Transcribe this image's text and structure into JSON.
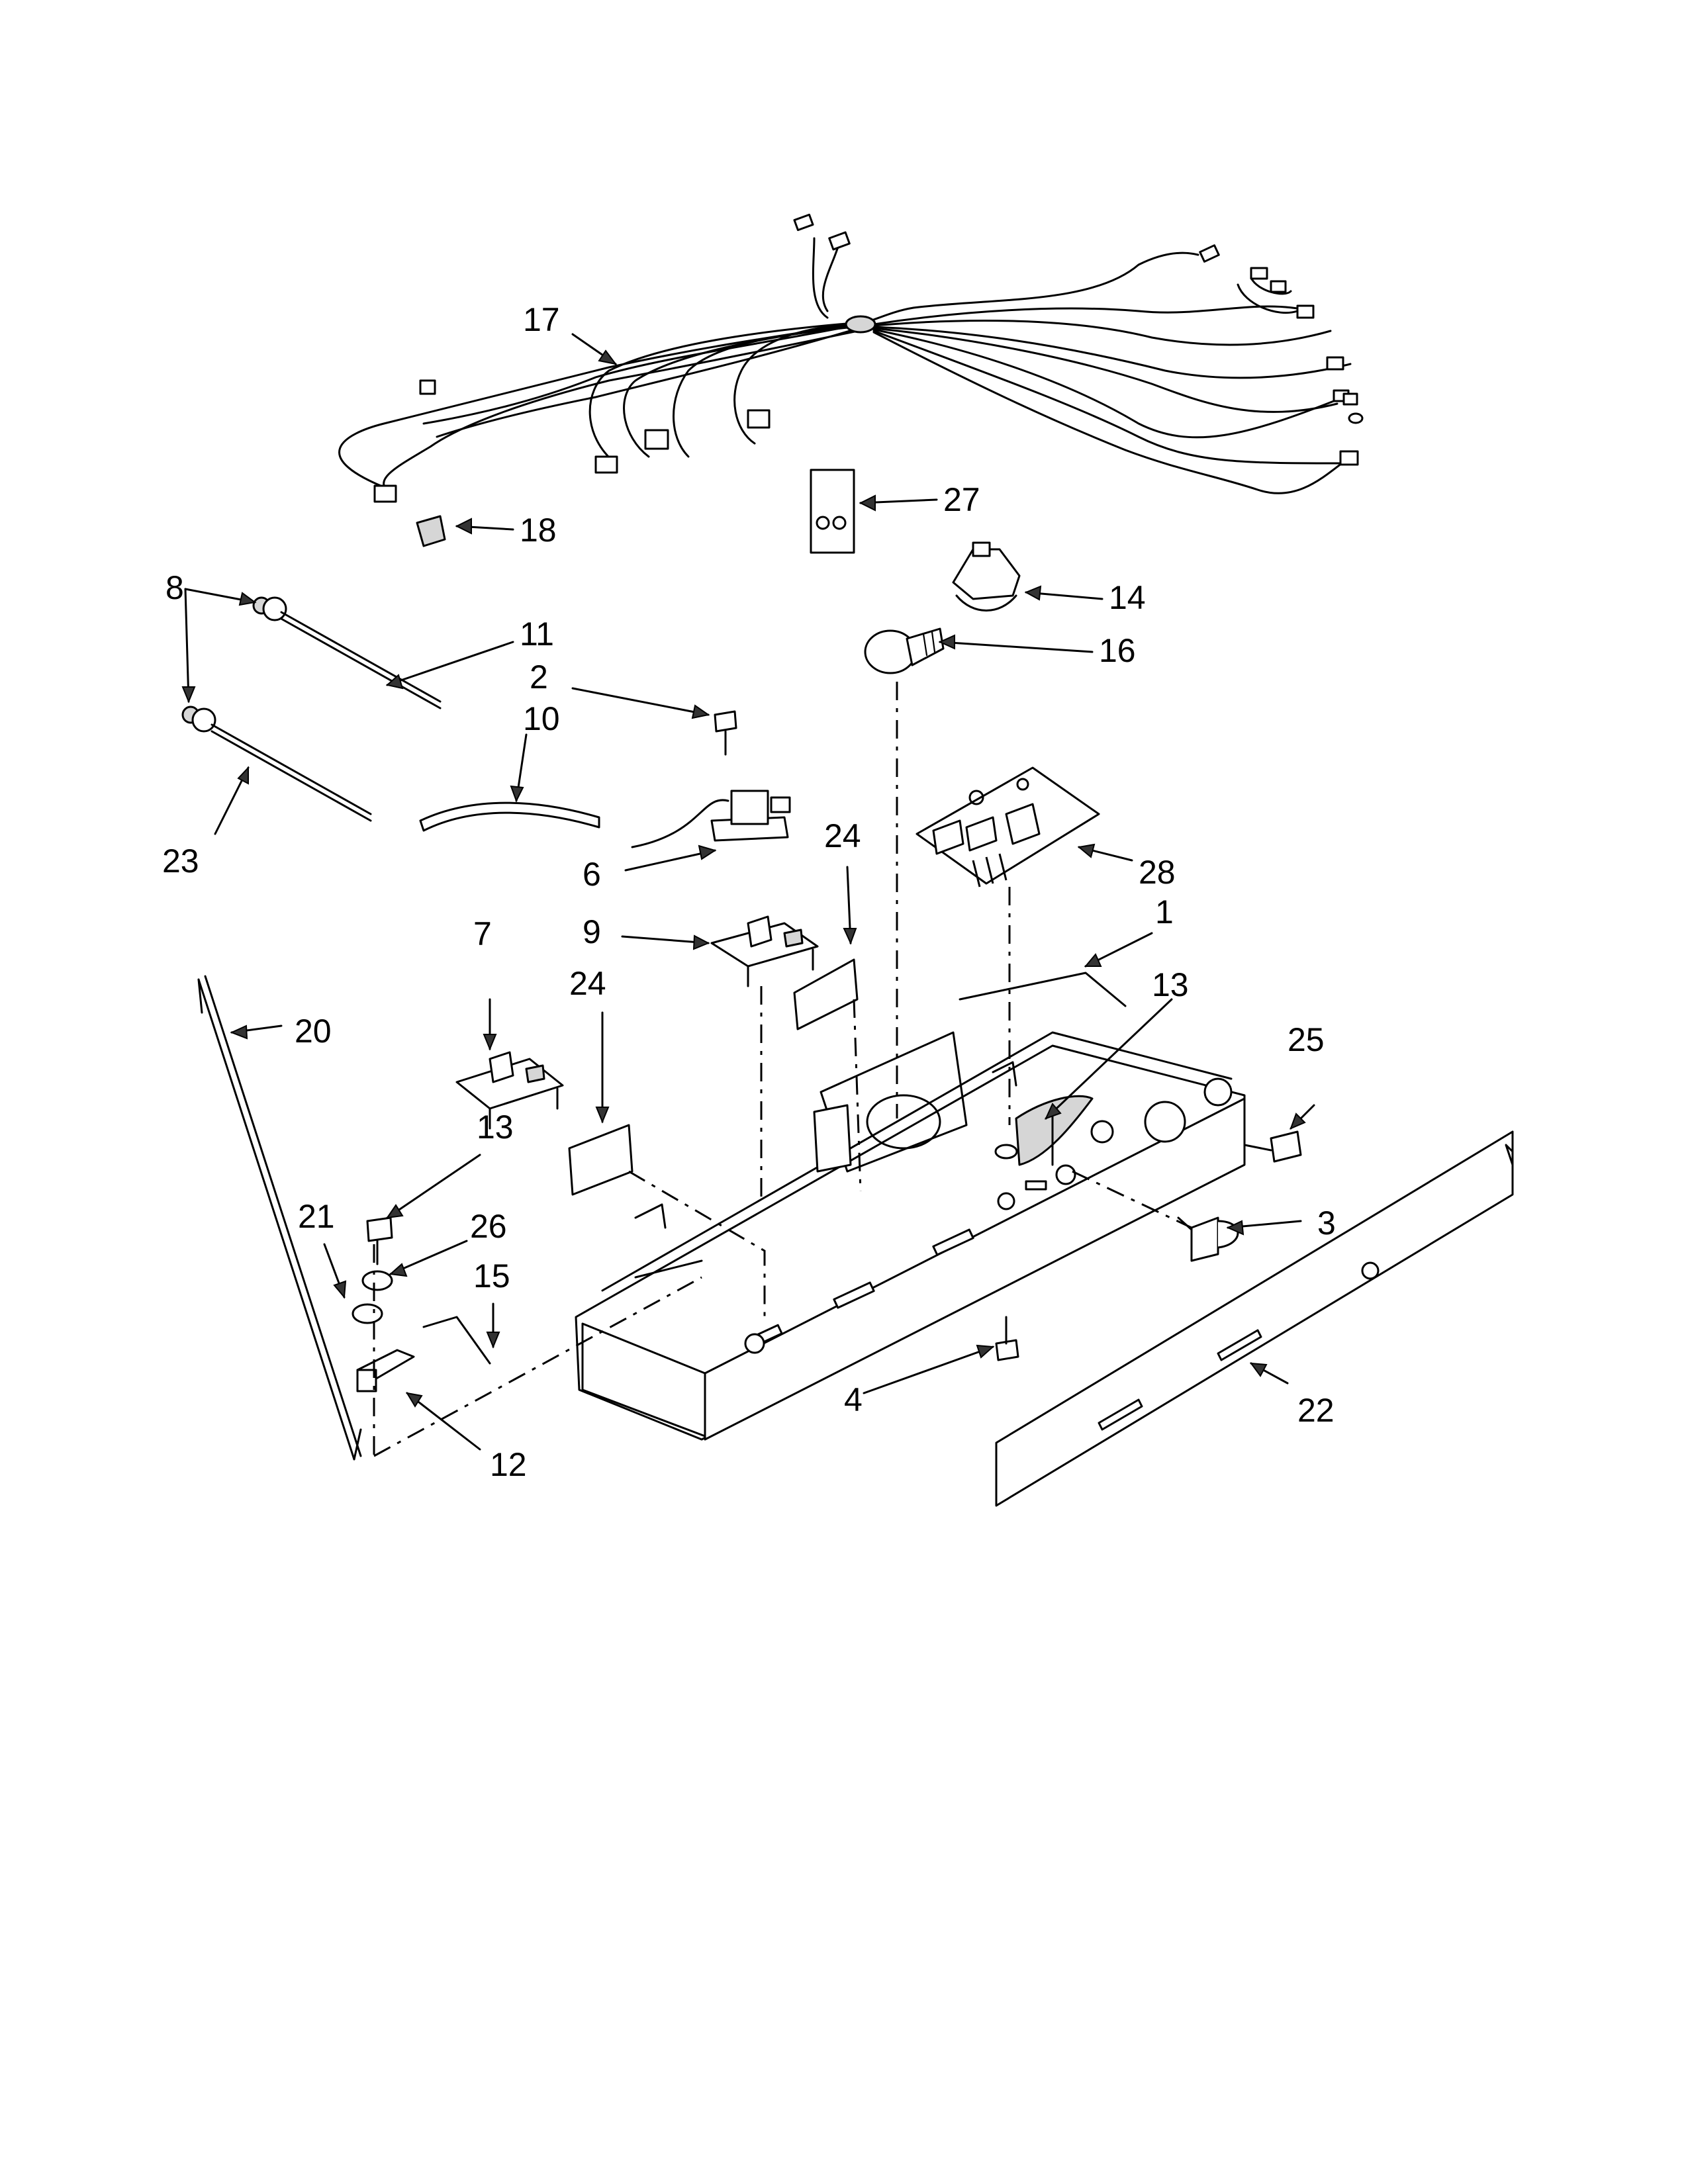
{
  "diagram": {
    "callouts": [
      {
        "id": "c17",
        "label": "17"
      },
      {
        "id": "c18",
        "label": "18"
      },
      {
        "id": "c27",
        "label": "27"
      },
      {
        "id": "c8",
        "label": "8"
      },
      {
        "id": "c11",
        "label": "11"
      },
      {
        "id": "c2",
        "label": "2"
      },
      {
        "id": "c14",
        "label": "14"
      },
      {
        "id": "c16",
        "label": "16"
      },
      {
        "id": "c10",
        "label": "10"
      },
      {
        "id": "c23",
        "label": "23"
      },
      {
        "id": "c6",
        "label": "6"
      },
      {
        "id": "c24a",
        "label": "24"
      },
      {
        "id": "c28",
        "label": "28"
      },
      {
        "id": "c7",
        "label": "7"
      },
      {
        "id": "c9",
        "label": "9"
      },
      {
        "id": "c1",
        "label": "1"
      },
      {
        "id": "c24b",
        "label": "24"
      },
      {
        "id": "c13a",
        "label": "13"
      },
      {
        "id": "c20",
        "label": "20"
      },
      {
        "id": "c25",
        "label": "25"
      },
      {
        "id": "c13b",
        "label": "13"
      },
      {
        "id": "c21",
        "label": "21"
      },
      {
        "id": "c26",
        "label": "26"
      },
      {
        "id": "c15",
        "label": "15"
      },
      {
        "id": "c3",
        "label": "3"
      },
      {
        "id": "c4",
        "label": "4"
      },
      {
        "id": "c22",
        "label": "22"
      },
      {
        "id": "c12",
        "label": "12"
      }
    ]
  }
}
